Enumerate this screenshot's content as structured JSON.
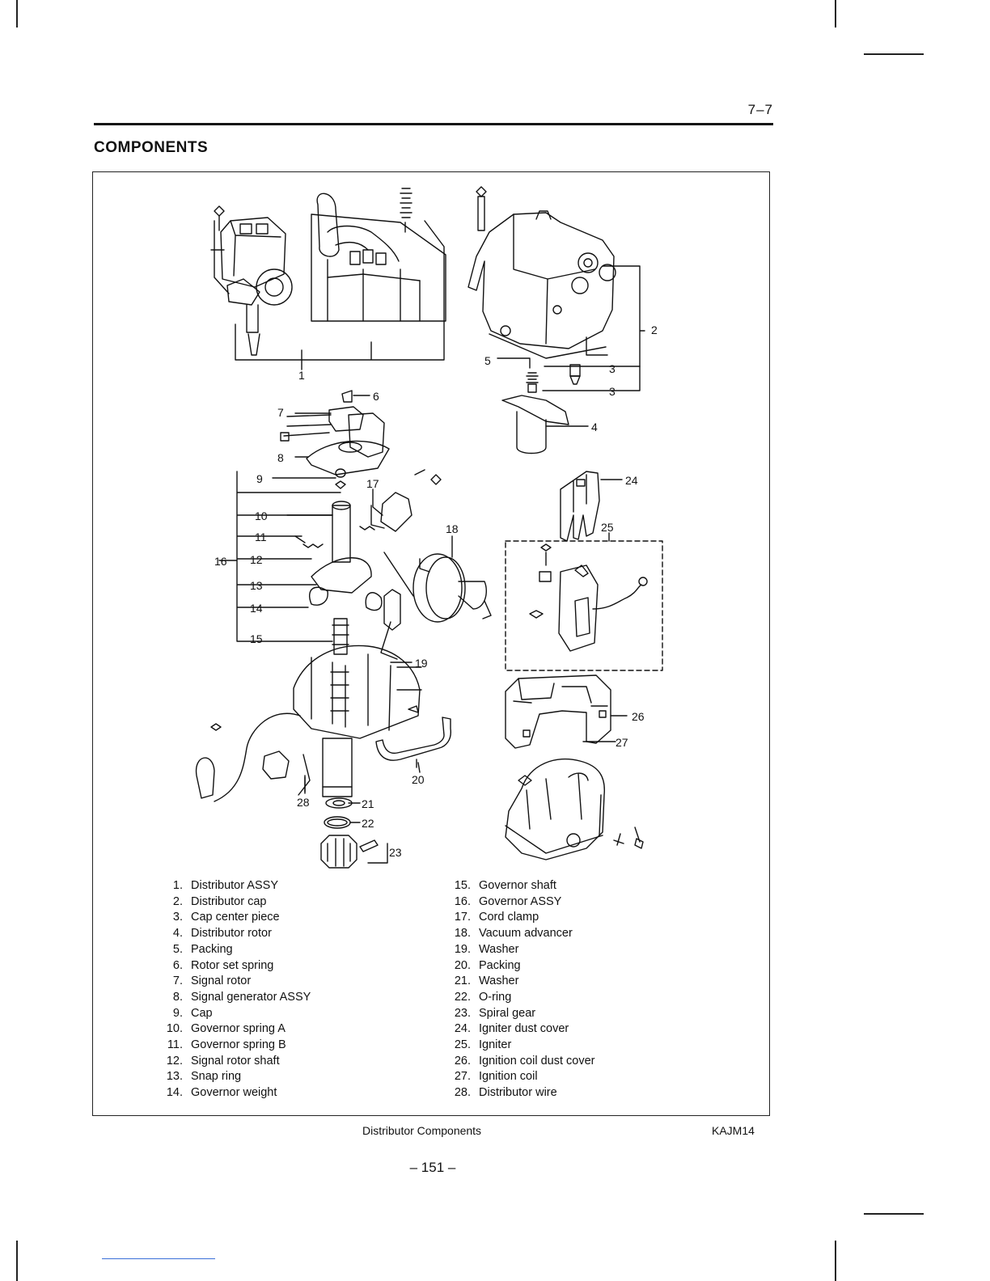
{
  "header": {
    "page_section_number": "7–7",
    "section_title": "COMPONENTS"
  },
  "diagram": {
    "callouts": [
      "1",
      "2",
      "3",
      "3",
      "4",
      "5",
      "6",
      "7",
      "8",
      "9",
      "10",
      "11",
      "12",
      "13",
      "14",
      "15",
      "16",
      "17",
      "18",
      "19",
      "20",
      "21",
      "22",
      "23",
      "24",
      "25",
      "26",
      "27",
      "28"
    ]
  },
  "parts_list": {
    "left": [
      {
        "num": "1.",
        "name": "Distributor ASSY"
      },
      {
        "num": "2.",
        "name": "Distributor cap"
      },
      {
        "num": "3.",
        "name": "Cap center piece"
      },
      {
        "num": "4.",
        "name": "Distributor rotor"
      },
      {
        "num": "5.",
        "name": "Packing"
      },
      {
        "num": "6.",
        "name": "Rotor set spring"
      },
      {
        "num": "7.",
        "name": "Signal rotor"
      },
      {
        "num": "8.",
        "name": "Signal generator ASSY"
      },
      {
        "num": "9.",
        "name": "Cap"
      },
      {
        "num": "10.",
        "name": "Governor spring A"
      },
      {
        "num": "11.",
        "name": "Governor spring B"
      },
      {
        "num": "12.",
        "name": "Signal rotor shaft"
      },
      {
        "num": "13.",
        "name": "Snap ring"
      },
      {
        "num": "14.",
        "name": "Governor weight"
      }
    ],
    "right": [
      {
        "num": "15.",
        "name": "Governor shaft"
      },
      {
        "num": "16.",
        "name": "Governor ASSY"
      },
      {
        "num": "17.",
        "name": "Cord clamp"
      },
      {
        "num": "18.",
        "name": "Vacuum advancer"
      },
      {
        "num": "19.",
        "name": "Washer"
      },
      {
        "num": "20.",
        "name": "Packing"
      },
      {
        "num": "21.",
        "name": "Washer"
      },
      {
        "num": "22.",
        "name": "O-ring"
      },
      {
        "num": "23.",
        "name": "Spiral gear"
      },
      {
        "num": "24.",
        "name": "Igniter dust cover"
      },
      {
        "num": "25.",
        "name": "Igniter"
      },
      {
        "num": "26.",
        "name": "Ignition coil dust cover"
      },
      {
        "num": "27.",
        "name": "Ignition coil"
      },
      {
        "num": "28.",
        "name": "Distributor wire"
      }
    ]
  },
  "footer": {
    "caption": "Distributor Components",
    "figure_code": "KAJM14",
    "page_number": "– 151 –"
  }
}
